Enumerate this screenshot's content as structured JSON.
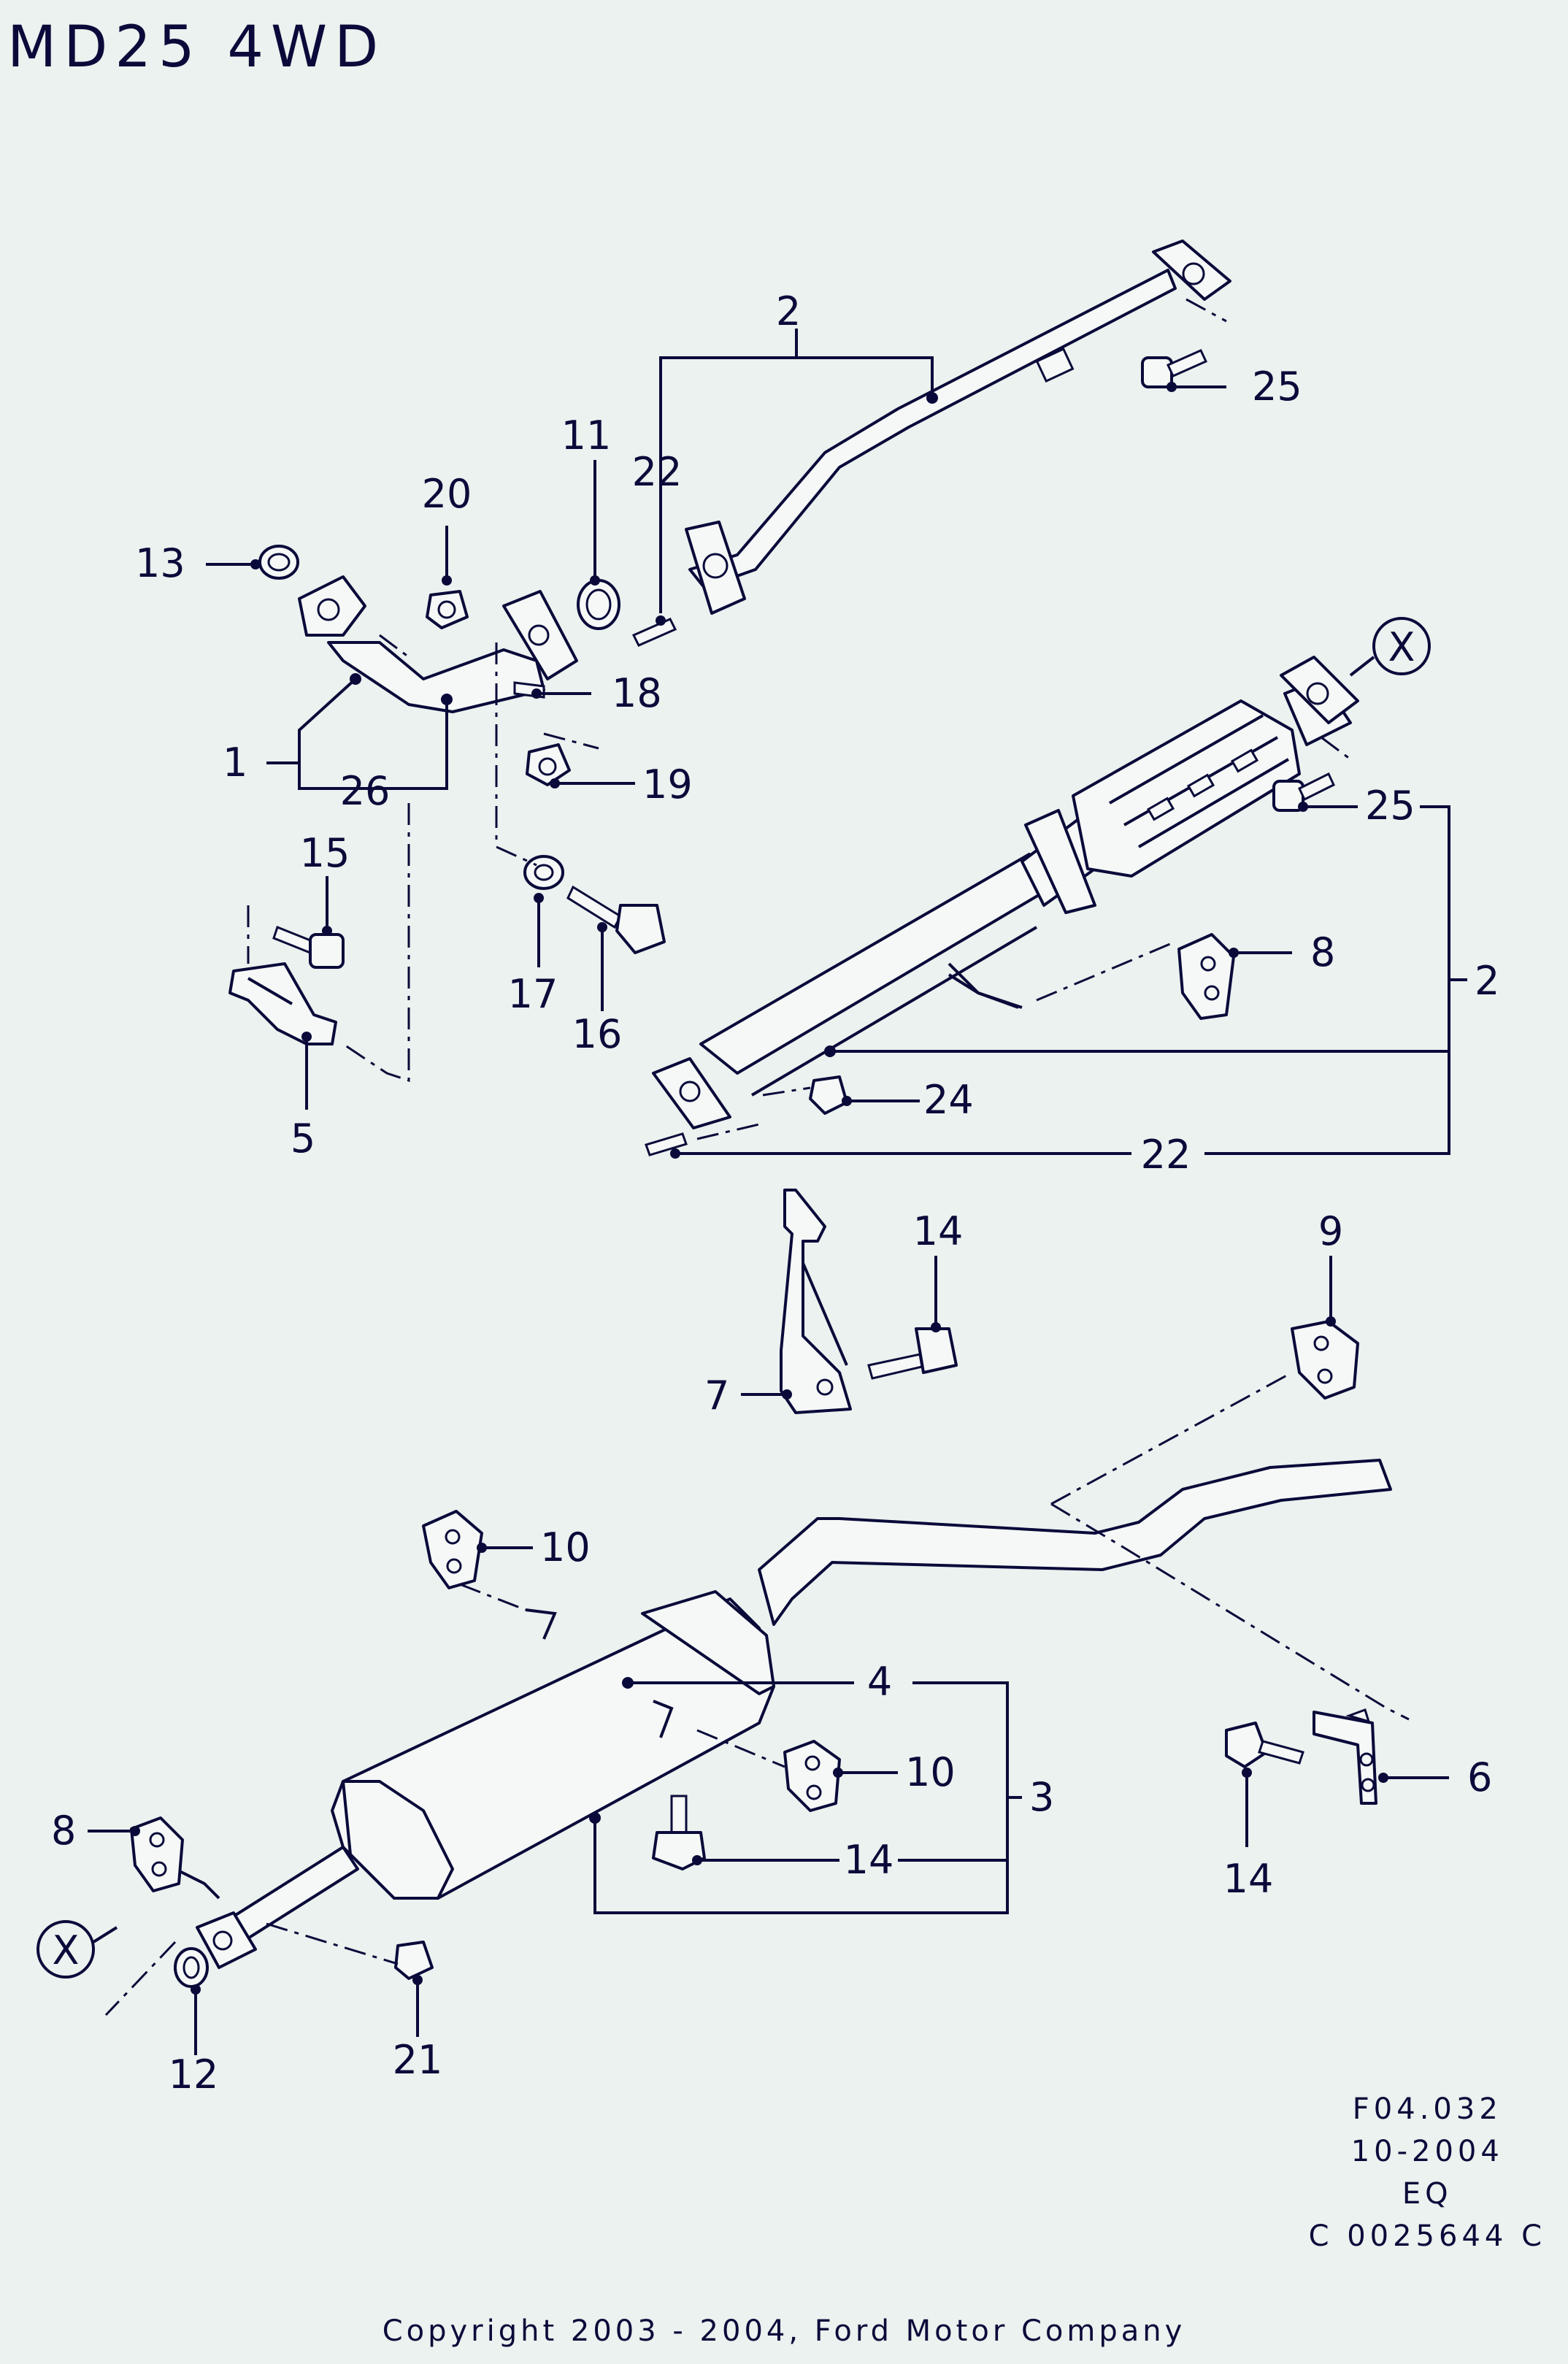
{
  "title": "MD25 4WD",
  "callouts": {
    "c1": "1",
    "c2a": "2",
    "c2b": "2",
    "c3": "3",
    "c4": "4",
    "c5": "5",
    "c6": "6",
    "c7": "7",
    "c8a": "8",
    "c8b": "8",
    "c9": "9",
    "c10a": "10",
    "c10b": "10",
    "c11": "11",
    "c12": "12",
    "c13": "13",
    "c14a": "14",
    "c14b": "14",
    "c14c": "14",
    "c15": "15",
    "c16": "16",
    "c17": "17",
    "c18": "18",
    "c19": "19",
    "c20": "20",
    "c21": "21",
    "c22a": "22",
    "c22b": "22",
    "c24": "24",
    "c25a": "25",
    "c25b": "25",
    "c26": "26",
    "xa": "X",
    "xb": "X"
  },
  "reference": {
    "code": "F04.032",
    "date": "10-2004",
    "variant": "EQ",
    "catalog": "C 0025644 C"
  },
  "copyright": "Copyright 2003 - 2004, Ford Motor Company"
}
